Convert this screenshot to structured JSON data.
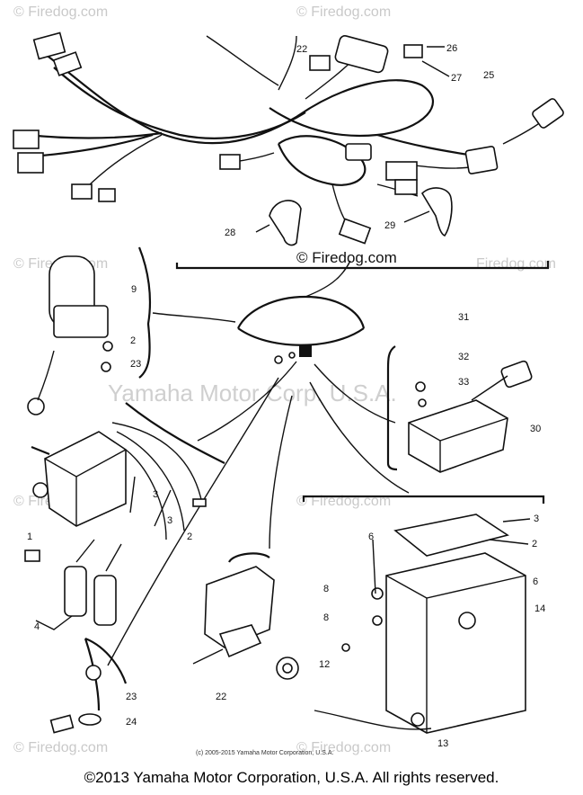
{
  "watermarks": {
    "site": "© Firedog.com",
    "site_plain": "Firedog.com",
    "center": "© Firedog.com",
    "corp": "Yamaha Motor Corp. U.S.A."
  },
  "small_copyright": "(c) 2005-2015 Yamaha Motor Corporation, U.S.A.",
  "footer": "©2013 Yamaha Motor Corporation, U.S.A. All rights reserved.",
  "callouts": [
    "26",
    "27",
    "25",
    "22",
    "28",
    "29",
    "9",
    "2",
    "23",
    "31",
    "32",
    "33",
    "30",
    "3",
    "2",
    "1",
    "2",
    "3",
    "6",
    "14",
    "6",
    "8",
    "8",
    "13",
    "12",
    "22",
    "23",
    "24",
    "4",
    "3"
  ]
}
